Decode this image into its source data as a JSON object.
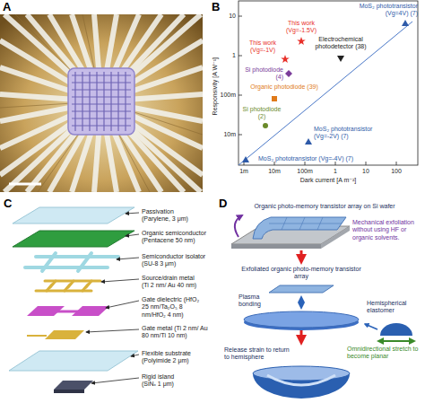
{
  "diagram": {
    "labels": [
      "A",
      "B",
      "Responsivity [A W⁻¹]",
      "10",
      "1",
      "100m",
      "10m",
      "MoS₂ phototransistor (Vg=4V) (7)",
      "This work (Vg=-1.5V)",
      "This work (Vg=-1V)",
      "Electrochemical photodetector (38)",
      "Si photodiode (4)",
      "Organic photodiode (39)",
      "Si photodiode (2)",
      "MoS₂ phototransistor (Vg=-2V) (7)",
      "MoS₂ phototransistor (Vg=-4V) (7)",
      "1m",
      "10m",
      "100m",
      "1",
      "10",
      "100",
      "Dark current [A m⁻²]",
      "C",
      "Passivation (Parylene, 3 μm)",
      "Organic semiconductor (Pentacene 50 nm)",
      "Semiconductor isolator (SU-8 3 μm)",
      "Source/drain metal (Ti 2 nm/ Au 40 nm)",
      "Gate dielectric (HfO₂ 25 nm/Ta₂O₅ 8 nm/HfO₂ 4 nm)",
      "Gate metal (Ti 2 nm/ Au 80 nm/Ti 10 nm)",
      "Flexible substrate (Polyimide 2 μm)",
      "Rigid island (SiNₓ 1 μm)",
      "D",
      "Organic photo-memory transistor array on Si wafer",
      "Mechanical exfoliation without using HF or organic solvents.",
      "Exfoliated organic photo-memory transistor array",
      "Plasma bonding",
      "Hemispherical elastomer",
      "Omnidirectional stretch to become planar",
      "Release strain to return to hemisphere"
    ]
  }
}
